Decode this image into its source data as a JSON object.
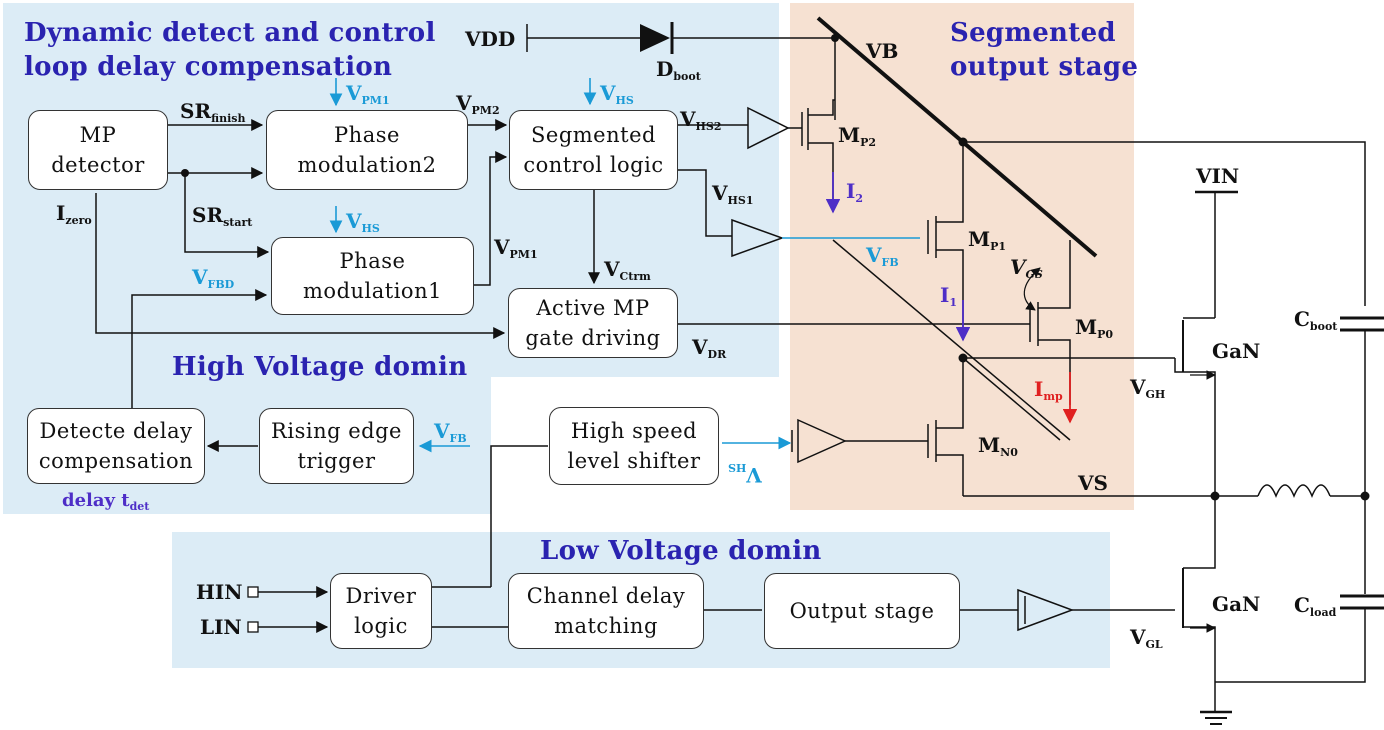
{
  "regions": {
    "hv_title": "Dynamic detect and control\nloop delay compensation",
    "hv_domain": "High Voltage domin",
    "seg_title": "Segmented\noutput stage",
    "lv_domain": "Low Voltage domin"
  },
  "blocks": {
    "mp_detector": "MP\ndetector",
    "phase_mod2": "Phase\nmodulation2",
    "seg_logic": "Segmented\ncontrol logic",
    "phase_mod1": "Phase\nmodulation1",
    "active_mp": "Active MP\ngate driving",
    "detect_delay": "Detecte delay\ncompensation",
    "rising_edge": "Rising edge\ntrigger",
    "level_shifter": "High speed\nlevel shifter",
    "driver_logic": "Driver\nlogic",
    "channel_delay": "Channel delay\nmatching",
    "output_stage": "Output stage"
  },
  "signals": {
    "vdd": "VDD",
    "dboot": {
      "main": "D",
      "sub": "boot"
    },
    "vb": "VB",
    "vs": "VS",
    "vin": "VIN",
    "vpm1_top": {
      "main": "V",
      "sub": "PM1"
    },
    "vpm2": {
      "main": "V",
      "sub": "PM2"
    },
    "vhs_top": {
      "main": "V",
      "sub": "HS"
    },
    "vhs2": {
      "main": "V",
      "sub": "HS2"
    },
    "vhs1": {
      "main": "V",
      "sub": "HS1"
    },
    "sr_finish": {
      "main": "SR",
      "sub": "finish"
    },
    "sr_start": {
      "main": "SR",
      "sub": "start"
    },
    "izero": {
      "main": "I",
      "sub": "zero"
    },
    "vhs_mid": {
      "main": "V",
      "sub": "HS"
    },
    "vpm1": {
      "main": "V",
      "sub": "PM1"
    },
    "vfbd": {
      "main": "V",
      "sub": "FBD"
    },
    "vctrm": {
      "main": "V",
      "sub": "Ctrm"
    },
    "vdr": {
      "main": "V",
      "sub": "DR"
    },
    "vfb_left": {
      "main": "V",
      "sub": "FB"
    },
    "vfb_right": {
      "main": "V",
      "sub": "FB"
    },
    "vhs_mirror": {
      "main": "V",
      "sub": "HS"
    },
    "delay_tdet": {
      "main": "delay t",
      "sub": "det"
    },
    "mp2": {
      "main": "M",
      "sub": "P2"
    },
    "mp1": {
      "main": "M",
      "sub": "P1"
    },
    "mp0": {
      "main": "M",
      "sub": "P0"
    },
    "mn0": {
      "main": "M",
      "sub": "N0"
    },
    "i2": {
      "main": "I",
      "sub": "2"
    },
    "i1": {
      "main": "I",
      "sub": "1"
    },
    "imp": {
      "main": "I",
      "sub": "mp"
    },
    "vgs": {
      "main": "V",
      "sub": "GS"
    },
    "vgh": {
      "main": "V",
      "sub": "GH"
    },
    "vgl": {
      "main": "V",
      "sub": "GL"
    },
    "gan_top": "GaN",
    "gan_bot": "GaN",
    "cboot": {
      "main": "C",
      "sub": "boot"
    },
    "cload": {
      "main": "C",
      "sub": "load"
    },
    "hin": "HIN",
    "lin": "LIN"
  },
  "colors": {
    "hv_bg": "#dcecf6",
    "lv_bg": "#dcecf6",
    "seg_bg": "#f6e1d2",
    "title": "#2a23b0",
    "blue_signal": "#1a9ad6",
    "current": "#4e2ec7",
    "imp": "#e02020"
  }
}
